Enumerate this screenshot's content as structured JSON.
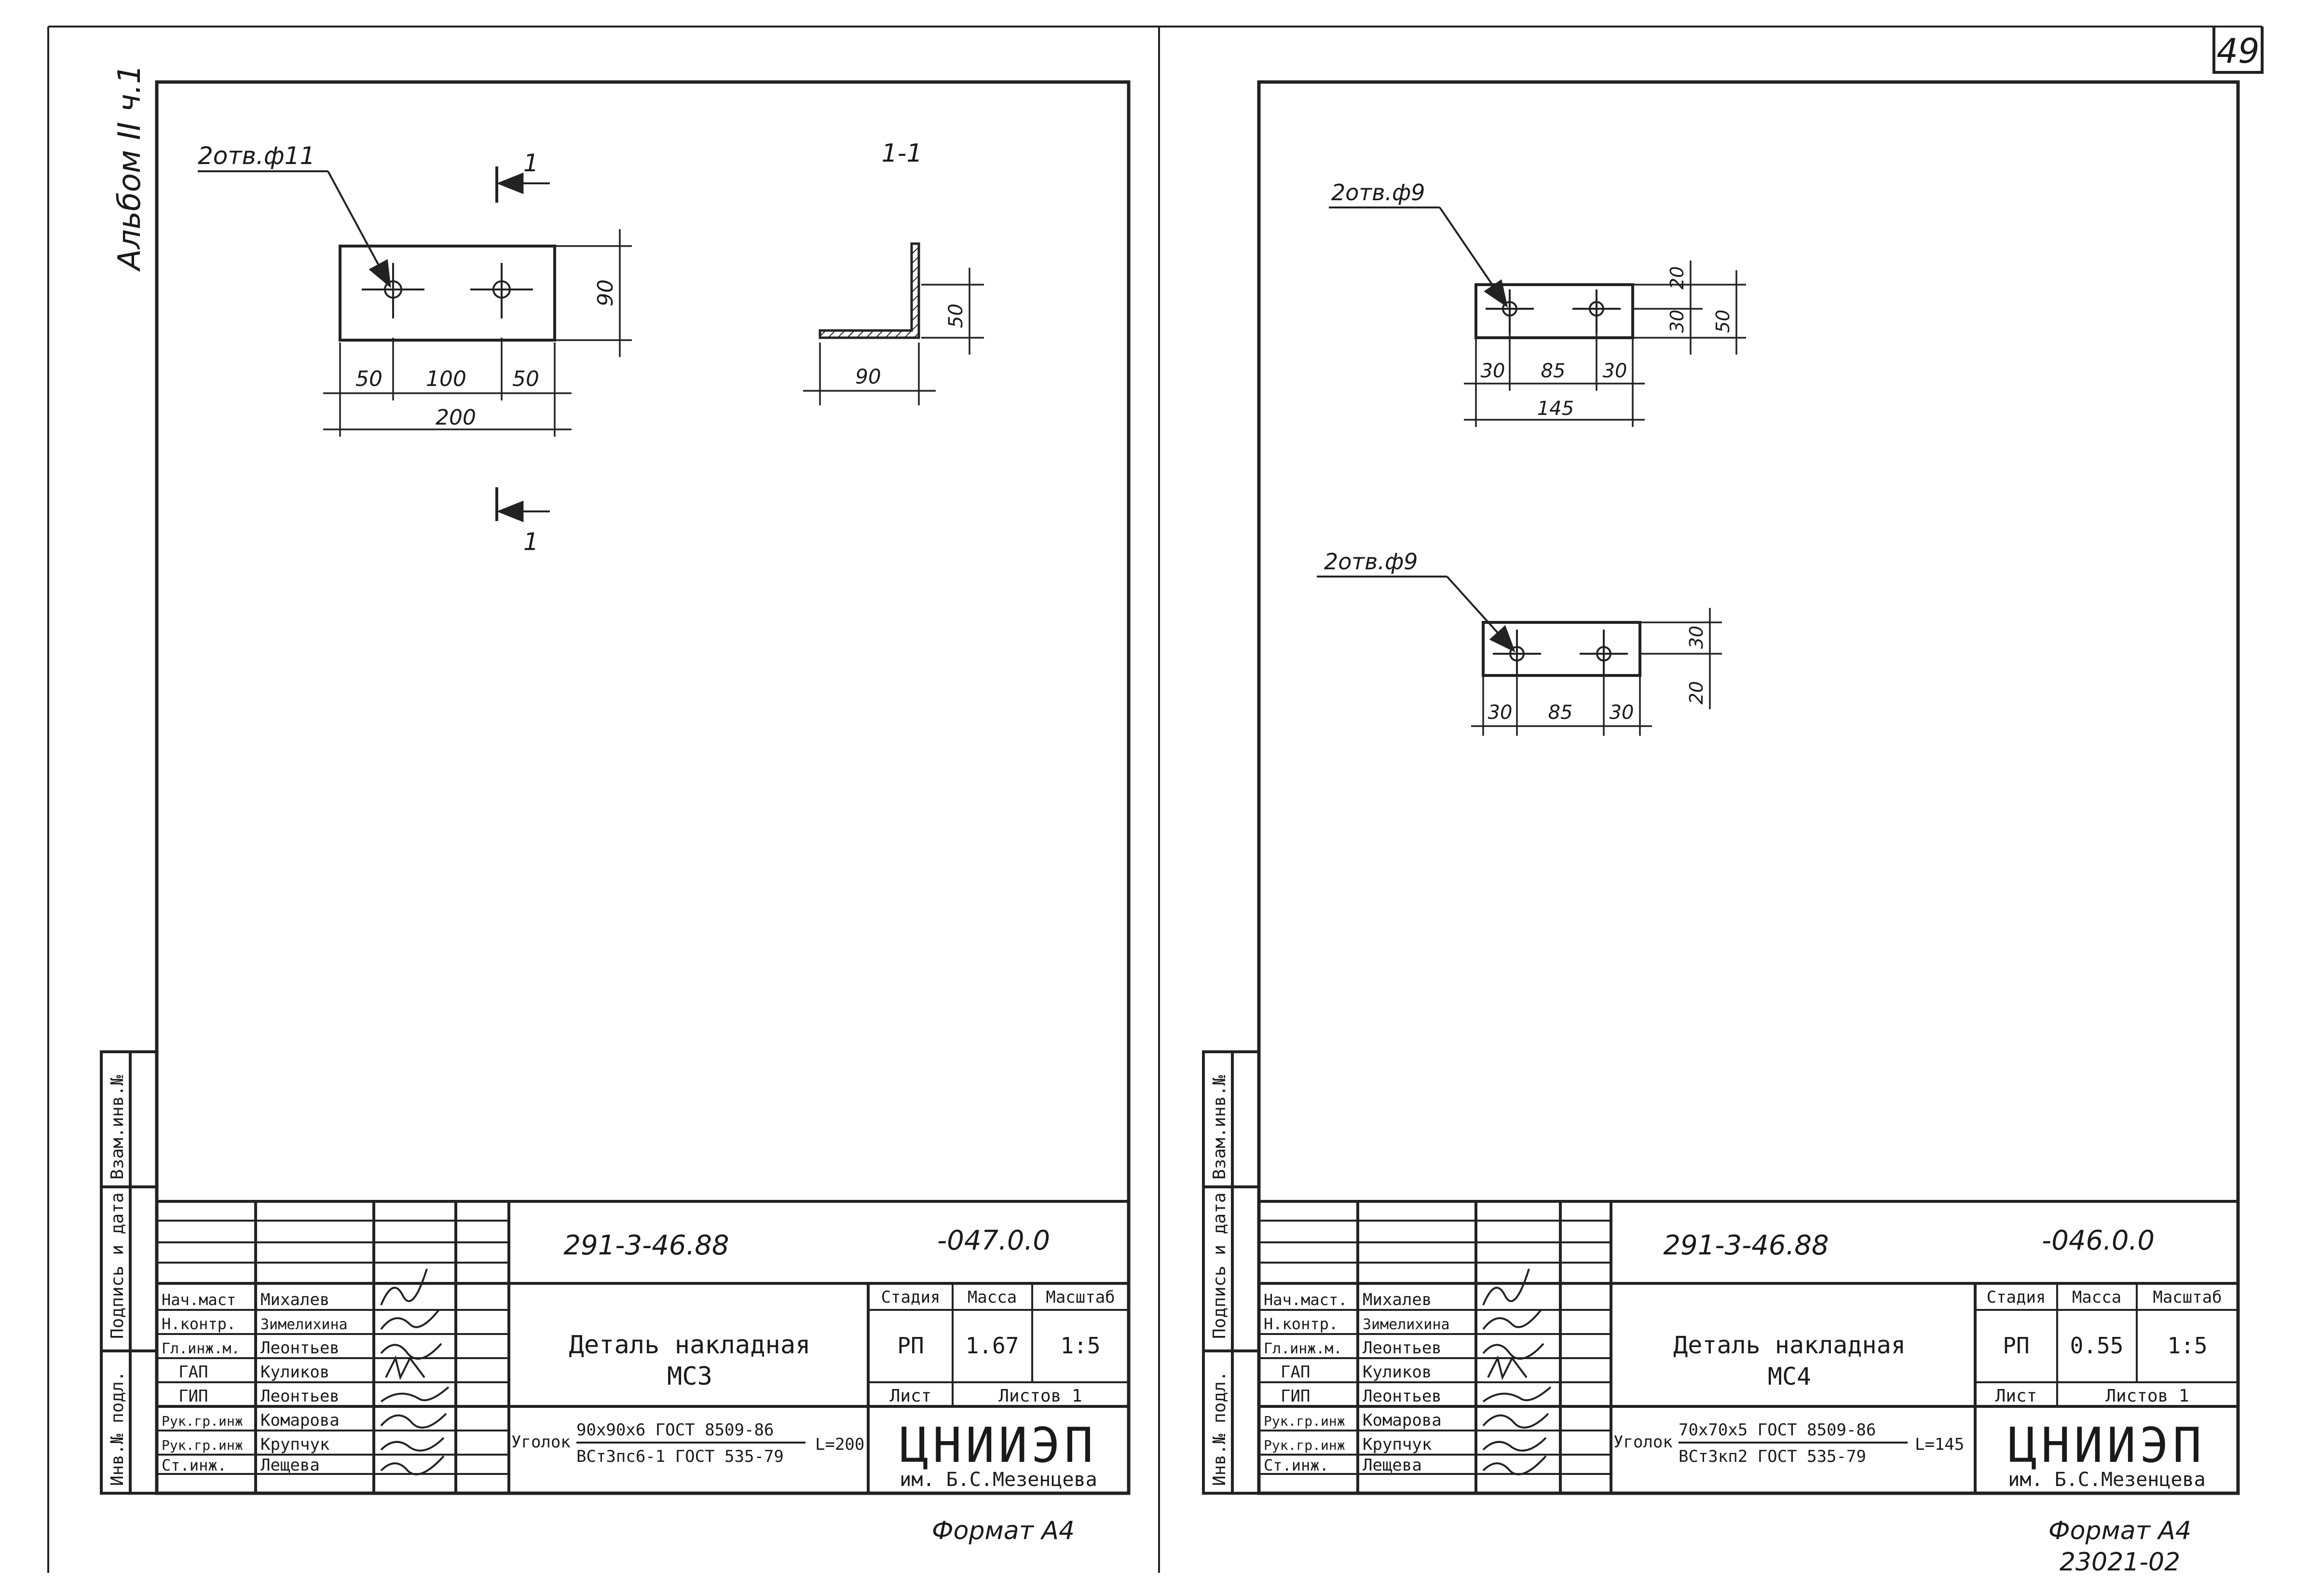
{
  "page": {
    "number": "49",
    "bottom_code": "23021-02"
  },
  "album_label": "Альбом II ч.1",
  "side_labels": {
    "inv_podl": "Инв.№ подл.",
    "podpis": "Подпись и дата",
    "vzam": "Взам.инв.№"
  },
  "left": {
    "hole_note": "2отв.ф11",
    "section_mark": "1",
    "section_mark_bottom": "1",
    "section_title": "1-1",
    "dims": {
      "d50a": "50",
      "d100": "100",
      "d50b": "50",
      "d200": "200",
      "d90v": "90",
      "d50v": "50",
      "d90h": "90"
    },
    "title_block": {
      "code": "291-3-46.88",
      "doc_no": "-047.0.0",
      "title_line1": "Деталь накладная",
      "title_line2": "МС3",
      "stage_hdr": "Стадия",
      "mass_hdr": "Масса",
      "scale_hdr": "Масштаб",
      "stage": "РП",
      "mass": "1.67",
      "scale": "1:5",
      "sheet_hdr": "Лист",
      "sheets_hdr": "Листов 1",
      "org_line1": "ЦНИИЭП",
      "org_line2": "им. Б.С.Мезенцева",
      "material_label": "Уголок",
      "material_top": "90x90x6 ГОСТ 8509-86",
      "material_bottom": "ВСт3пс6-1 ГОСТ 535-79",
      "material_length": "L=200",
      "staff": [
        {
          "role": "Нач.маст",
          "name": "Михалев"
        },
        {
          "role": "Н.контр.",
          "name": "Зимелихина"
        },
        {
          "role": "Гл.инж.м.",
          "name": "Леонтьев"
        },
        {
          "role": "ГАП",
          "name": "Куликов"
        },
        {
          "role": "ГИП",
          "name": "Леонтьев"
        },
        {
          "role": "Рук.гр.инж",
          "name": "Комарова"
        },
        {
          "role": "Рук.гр.инж",
          "name": "Крупчук"
        },
        {
          "role": "Ст.инж.",
          "name": "Лещева"
        }
      ]
    },
    "format": "Формат А4"
  },
  "right": {
    "hole_note_top": "2отв.ф9",
    "hole_note_bottom": "2отв.ф9",
    "dims_top": {
      "d30a": "30",
      "d85": "85",
      "d30b": "30",
      "d145": "145",
      "d20": "20",
      "d30v": "30",
      "d50v": "50"
    },
    "dims_bottom": {
      "d30a": "30",
      "d85": "85",
      "d30b": "30",
      "d30v": "30",
      "d20v": "20"
    },
    "title_block": {
      "code": "291-3-46.88",
      "doc_no": "-046.0.0",
      "title_line1": "Деталь накладная",
      "title_line2": "МС4",
      "stage_hdr": "Стадия",
      "mass_hdr": "Масса",
      "scale_hdr": "Масштаб",
      "stage": "РП",
      "mass": "0.55",
      "scale": "1:5",
      "sheet_hdr": "Лист",
      "sheets_hdr": "Листов 1",
      "org_line1": "ЦНИИЭП",
      "org_line2": "им. Б.С.Мезенцева",
      "material_label": "Уголок",
      "material_top": "70x70x5 ГОСТ 8509-86",
      "material_bottom": "ВСт3кп2 ГОСТ 535-79",
      "material_length": "L=145",
      "staff": [
        {
          "role": "Нач.маст.",
          "name": "Михалев"
        },
        {
          "role": "Н.контр.",
          "name": "Зимелихина"
        },
        {
          "role": "Гл.инж.м.",
          "name": "Леонтьев"
        },
        {
          "role": "ГАП",
          "name": "Куликов"
        },
        {
          "role": "ГИП",
          "name": "Леонтьев"
        },
        {
          "role": "Рук.гр.инж",
          "name": "Комарова"
        },
        {
          "role": "Рук.гр.инж",
          "name": "Крупчук"
        },
        {
          "role": "Ст.инж.",
          "name": "Лещева"
        }
      ]
    },
    "format": "Формат А4"
  }
}
